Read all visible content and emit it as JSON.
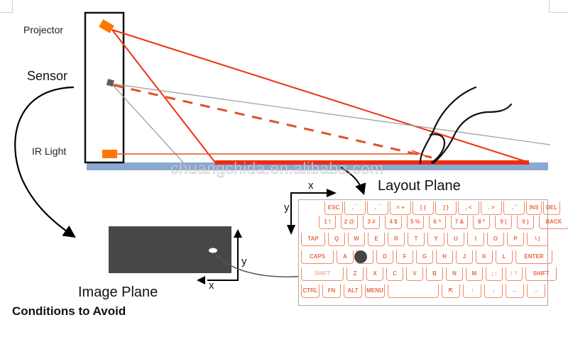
{
  "labels": {
    "projector": "Projector",
    "sensor": "Sensor",
    "ir_light": "IR Light",
    "layout_plane": "Layout Plane",
    "image_plane": "Image Plane",
    "conditions": "Conditions  to Avoid",
    "watermark": "chuangchida.en.alibaba.com"
  },
  "axes": {
    "layout_x": "x",
    "layout_y": "y",
    "image_x": "x",
    "image_y": "y"
  },
  "colors": {
    "beam_red": "#f03010",
    "projector_orange": "#ff7700",
    "sensor_gray": "#606060",
    "surface_blue": "#8aa9cf",
    "image_plane_dark": "#474747",
    "key_orange": "#ea6b45",
    "sensor_ray_gray": "#9a9a9a"
  },
  "keyboard": {
    "rows": [
      [
        {
          "label": "ESC"
        },
        {
          "label": ". ¯"
        },
        {
          "label": ". ¯"
        },
        {
          "label": "= +"
        },
        {
          "label": "[ {"
        },
        {
          "label": "] }"
        },
        {
          "label": ", <"
        },
        {
          "label": ". >"
        },
        {
          "label": ". ˝"
        },
        {
          "label": "INS"
        },
        {
          "label": "DEL"
        }
      ],
      [
        {
          "label": "1 !"
        },
        {
          "label": "2 @"
        },
        {
          "label": "3 #"
        },
        {
          "label": "4 $"
        },
        {
          "label": "5 %"
        },
        {
          "label": "6 ^"
        },
        {
          "label": "7 &"
        },
        {
          "label": "8 *"
        },
        {
          "label": "9 ("
        },
        {
          "label": "0 )"
        },
        {
          "label": "BACK"
        }
      ],
      [
        {
          "label": "TAP"
        },
        {
          "label": "Q"
        },
        {
          "label": "W"
        },
        {
          "label": "E"
        },
        {
          "label": "R"
        },
        {
          "label": "T"
        },
        {
          "label": "Y"
        },
        {
          "label": "U"
        },
        {
          "label": "I"
        },
        {
          "label": "O"
        },
        {
          "label": "P"
        },
        {
          "label": "\\ |"
        }
      ],
      [
        {
          "label": "CAPS"
        },
        {
          "label": "A"
        },
        {
          "label": "S"
        },
        {
          "label": "D"
        },
        {
          "label": "F"
        },
        {
          "label": "G"
        },
        {
          "label": "H"
        },
        {
          "label": "J"
        },
        {
          "label": "K"
        },
        {
          "label": "L"
        },
        {
          "label": "ENTER"
        }
      ],
      [
        {
          "label": "SHIFT"
        },
        {
          "label": "Z"
        },
        {
          "label": "X"
        },
        {
          "label": "C"
        },
        {
          "label": "V"
        },
        {
          "label": "B"
        },
        {
          "label": "N"
        },
        {
          "label": "M"
        },
        {
          "label": "; :"
        },
        {
          "label": "/ ?"
        },
        {
          "label": "SHIFT"
        }
      ],
      [
        {
          "label": "CTRL"
        },
        {
          "label": "FN"
        },
        {
          "label": "ALT"
        },
        {
          "label": "MENU"
        },
        {
          "label": ""
        },
        {
          "label": "⇱"
        },
        {
          "label": "↑"
        },
        {
          "label": "↓"
        },
        {
          "label": "←"
        },
        {
          "label": "→"
        }
      ]
    ]
  }
}
